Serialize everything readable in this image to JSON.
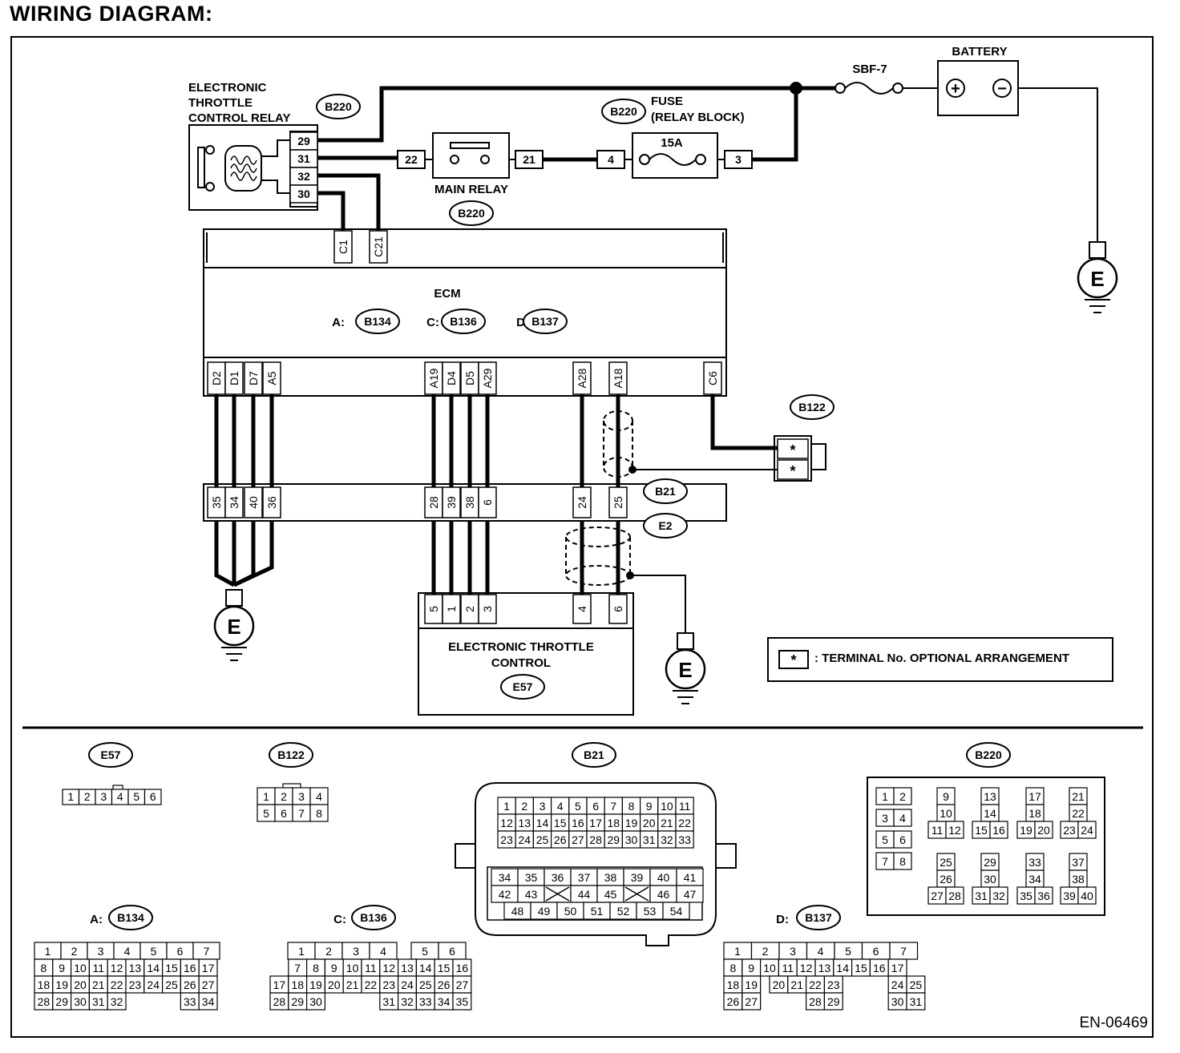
{
  "page_title": "WIRING DIAGRAM:",
  "doc_code": "EN-06469",
  "ground_label": "E",
  "relay": {
    "title_lines": [
      "ELECTRONIC",
      "THROTTLE",
      "CONTROL RELAY"
    ],
    "tag": "B220",
    "pins": [
      "29",
      "31",
      "32",
      "30"
    ]
  },
  "main_relay": {
    "label": "MAIN RELAY",
    "tag": "B220",
    "pins": [
      "22",
      "21"
    ]
  },
  "fuse": {
    "label_lines": [
      "FUSE",
      "(RELAY BLOCK)"
    ],
    "tag": "B220",
    "rating": "15A",
    "pins": [
      "4",
      "3"
    ]
  },
  "sbf": {
    "label": "SBF-7"
  },
  "battery": {
    "label": "BATTERY",
    "pos": "+",
    "neg": "−"
  },
  "ecm": {
    "label": "ECM",
    "connectors": [
      {
        "prefix": "A:",
        "tag": "B134"
      },
      {
        "prefix": "C:",
        "tag": "B136"
      },
      {
        "prefix": "D:",
        "tag": "B137"
      }
    ],
    "top_pins": [
      "C1",
      "C21"
    ],
    "bottom_pins": [
      "D2",
      "D1",
      "D7",
      "A5",
      "A19",
      "D4",
      "D5",
      "A29",
      "A28",
      "A18",
      "C6"
    ]
  },
  "b122": {
    "tag": "B122",
    "pins": [
      "*",
      "*"
    ]
  },
  "joint": {
    "tag_top": "B21",
    "tag_bottom": "E2",
    "pins": [
      "35",
      "34",
      "40",
      "36",
      "28",
      "39",
      "38",
      "6",
      "24",
      "25"
    ]
  },
  "etc": {
    "title_lines": [
      "ELECTRONIC THROTTLE",
      "CONTROL"
    ],
    "tag": "E57",
    "pins": [
      "5",
      "1",
      "2",
      "3",
      "4",
      "6"
    ]
  },
  "legend": {
    "symbol": "*",
    "text": ": TERMINAL No. OPTIONAL ARRANGEMENT"
  },
  "connectors": {
    "e57": {
      "tag": "E57",
      "rows": [
        [
          "1",
          "2",
          "3",
          "4",
          "5",
          "6"
        ]
      ]
    },
    "b122": {
      "tag": "B122",
      "rows": [
        [
          "1",
          "2",
          "3",
          "4"
        ],
        [
          "5",
          "6",
          "7",
          "8"
        ]
      ]
    },
    "b21": {
      "tag": "B21",
      "upper_rows": [
        [
          "1",
          "2",
          "3",
          "4",
          "5",
          "6",
          "7",
          "8",
          "9",
          "10",
          "11"
        ],
        [
          "12",
          "13",
          "14",
          "15",
          "16",
          "17",
          "18",
          "19",
          "20",
          "21",
          "22"
        ],
        [
          "23",
          "24",
          "25",
          "26",
          "27",
          "28",
          "29",
          "30",
          "31",
          "32",
          "33"
        ]
      ],
      "lower_rows": [
        [
          "34",
          "35",
          "36",
          "37",
          "38",
          "39",
          "40",
          "41"
        ],
        [
          "42",
          "43",
          "X",
          "44",
          "45",
          "X",
          "46",
          "47"
        ],
        [
          "48",
          "49",
          "50",
          "51",
          "52",
          "53",
          "54"
        ]
      ]
    },
    "b220": {
      "tag": "B220",
      "pairs": [
        [
          "1",
          "2"
        ],
        [
          "3",
          "4"
        ],
        [
          "5",
          "6"
        ],
        [
          "7",
          "8"
        ]
      ],
      "groups": [
        [
          "9",
          "10",
          "11",
          "12"
        ],
        [
          "13",
          "14",
          "15",
          "16"
        ],
        [
          "17",
          "18",
          "19",
          "20"
        ],
        [
          "21",
          "22",
          "23",
          "24"
        ],
        [
          "25",
          "26",
          "27",
          "28"
        ],
        [
          "29",
          "30",
          "31",
          "32"
        ],
        [
          "33",
          "34",
          "35",
          "36"
        ],
        [
          "37",
          "38",
          "39",
          "40"
        ]
      ]
    },
    "b134": {
      "prefix": "A:",
      "tag": "B134",
      "rows": [
        [
          "1",
          "2",
          "3",
          "4",
          "5",
          "6",
          "7"
        ],
        [
          "8",
          "9",
          "10",
          "11",
          "12",
          "13",
          "14",
          "15",
          "16",
          "17"
        ],
        [
          "18",
          "19",
          "20",
          "21",
          "22",
          "23",
          "24",
          "25",
          "26",
          "27"
        ],
        [
          "28",
          "29",
          "30",
          "31",
          "32",
          "33",
          "34"
        ]
      ]
    },
    "b136": {
      "prefix": "C:",
      "tag": "B136",
      "rows": [
        [
          "1",
          "2",
          "3",
          "4",
          "5",
          "6"
        ],
        [
          "7",
          "8",
          "9",
          "10",
          "11",
          "12",
          "13",
          "14",
          "15",
          "16"
        ],
        [
          "17",
          "18",
          "19",
          "20",
          "21",
          "22",
          "23",
          "24",
          "25",
          "26",
          "27"
        ],
        [
          "28",
          "29",
          "30",
          "31",
          "32",
          "33",
          "34",
          "35"
        ]
      ]
    },
    "b137": {
      "prefix": "D:",
      "tag": "B137",
      "rows": [
        [
          "1",
          "2",
          "3",
          "4",
          "5",
          "6",
          "7"
        ],
        [
          "8",
          "9",
          "10",
          "11",
          "12",
          "13",
          "14",
          "15",
          "16",
          "17"
        ],
        [
          "18",
          "19",
          "20",
          "21",
          "22",
          "23",
          "24",
          "25"
        ],
        [
          "26",
          "27",
          "28",
          "29",
          "30",
          "31"
        ]
      ]
    }
  }
}
